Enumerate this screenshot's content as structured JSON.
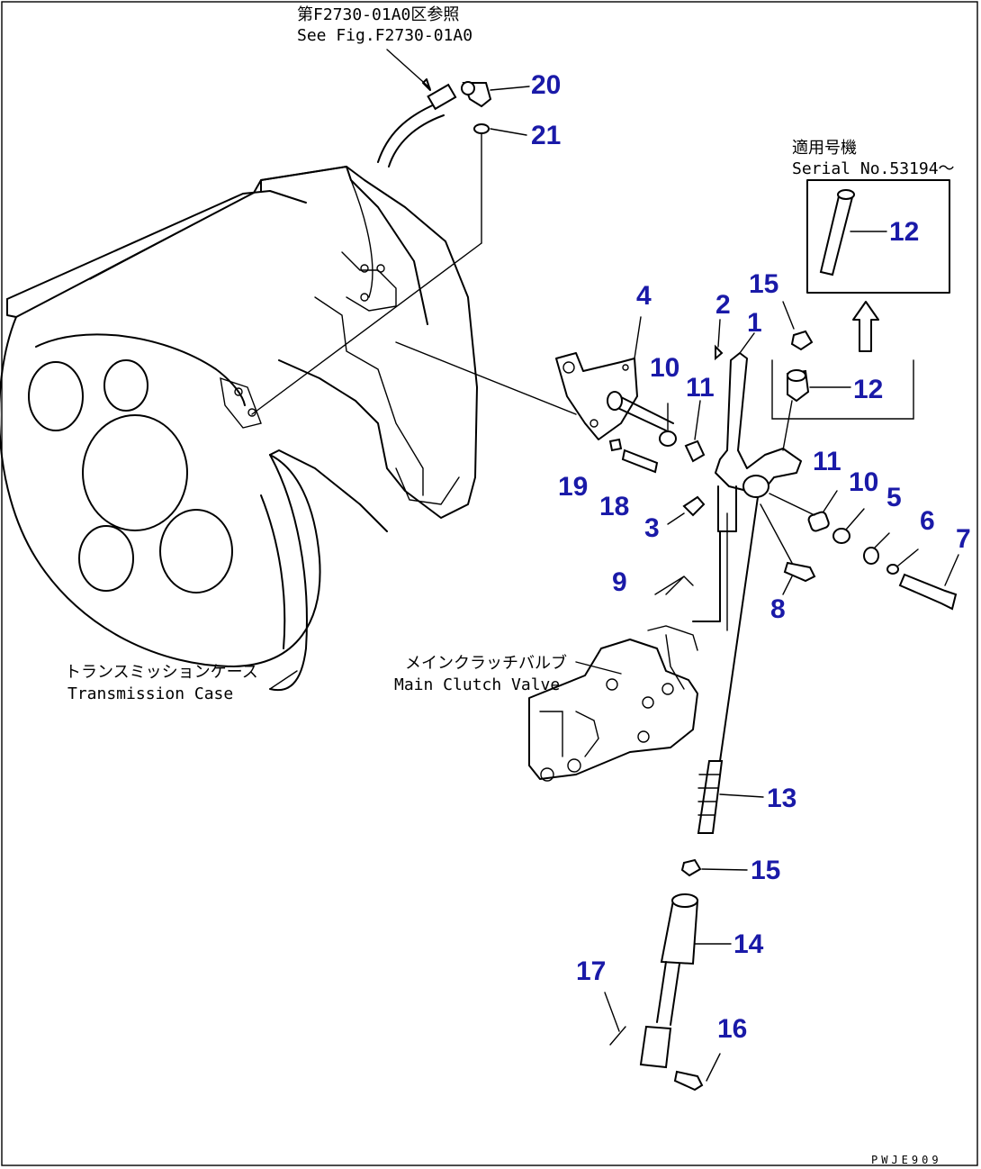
{
  "references": {
    "top_ref_jp": "第F2730-01A0区参照",
    "top_ref_en": "See Fig.F2730-01A0",
    "serial_jp": "適用号機",
    "serial_en": "Serial No.53194～",
    "transmission_jp": "トランスミッションケース",
    "transmission_en": "Transmission Case",
    "valve_jp": "メインクラッチバルブ",
    "valve_en": "Main Clutch Valve",
    "figure_code": "PWJE909"
  },
  "callouts": {
    "c1": "1",
    "c2": "2",
    "c3": "3",
    "c4": "4",
    "c5": "5",
    "c6": "6",
    "c7": "7",
    "c8": "8",
    "c9": "9",
    "c10a": "10",
    "c10b": "10",
    "c11a": "11",
    "c11b": "11",
    "c12a": "12",
    "c12b": "12",
    "c13": "13",
    "c14": "14",
    "c15a": "15",
    "c15b": "15",
    "c16": "16",
    "c17": "17",
    "c18": "18",
    "c19": "19",
    "c20": "20",
    "c21": "21"
  },
  "colors": {
    "callout": "#1a1aa8",
    "line": "#000000",
    "background": "#ffffff"
  }
}
